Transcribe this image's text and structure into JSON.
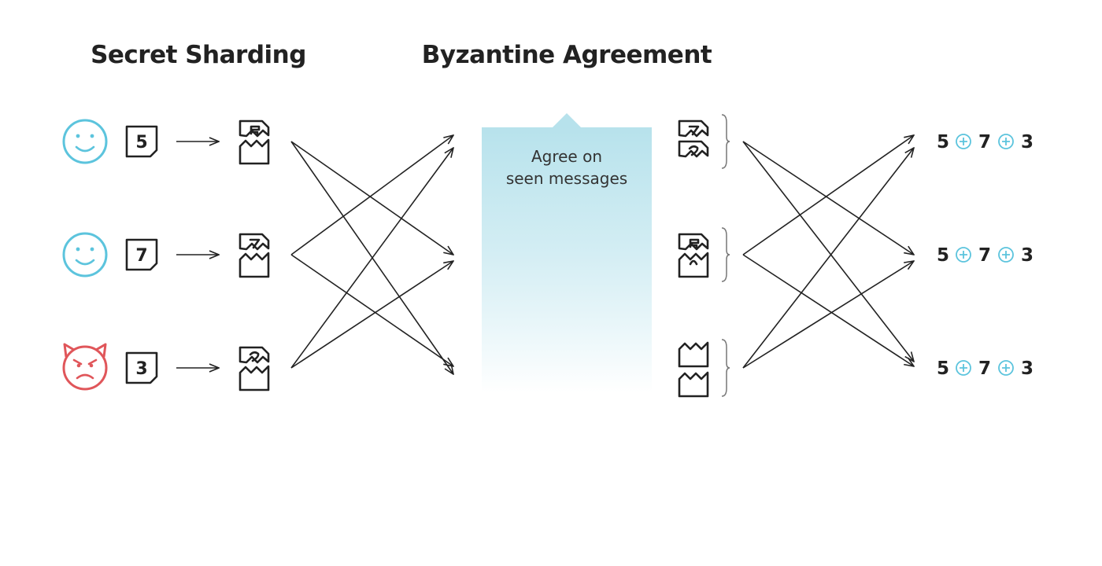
{
  "titles": {
    "sharding": "Secret Sharding",
    "agreement": "Byzantine Agreement"
  },
  "agreement_box": {
    "line1": "Agree on",
    "line2": "seen messages",
    "color": "#b7e2ec"
  },
  "participants": [
    {
      "kind": "honest",
      "face_icon": "smile-face-icon",
      "color": "#5cc4dd",
      "secret": "5"
    },
    {
      "kind": "honest",
      "face_icon": "smile-face-icon",
      "color": "#5cc4dd",
      "secret": "7"
    },
    {
      "kind": "malicious",
      "face_icon": "devil-face-icon",
      "color": "#e0565a",
      "secret": "3"
    }
  ],
  "results": [
    {
      "a": "5",
      "b": "7",
      "c": "3"
    },
    {
      "a": "5",
      "b": "7",
      "c": "3"
    },
    {
      "a": "5",
      "b": "7",
      "c": "3"
    }
  ],
  "colors": {
    "ink": "#222222",
    "plus": "#5cc4dd"
  }
}
